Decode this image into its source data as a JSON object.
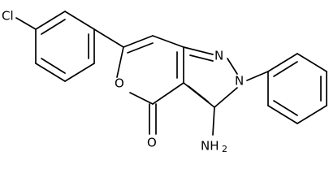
{
  "molecule": {
    "atoms": {
      "cl": "Cl",
      "o_ring": "O",
      "o_carbonyl": "O",
      "n1": "N",
      "n2": "N",
      "nh2_main": "NH",
      "nh2_sub": "2"
    }
  }
}
